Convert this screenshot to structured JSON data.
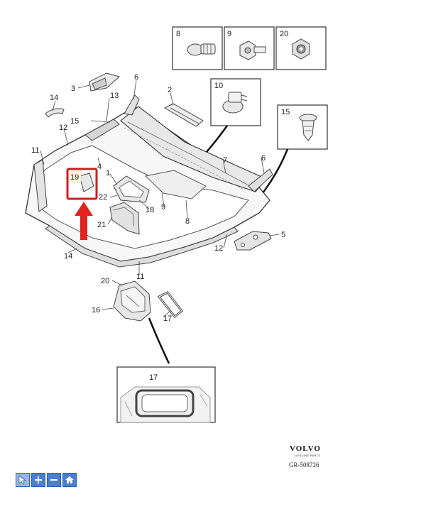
{
  "callouts": {
    "c8_top": "8",
    "c9_top": "9",
    "c20_top": "20",
    "c10_top": "10",
    "c15_top": "15",
    "c3": "3",
    "c6a": "6",
    "c14a": "14",
    "c13": "13",
    "c2": "2",
    "c15": "15",
    "c12a": "12",
    "c11a": "11",
    "c7": "7",
    "c6b": "6",
    "c4": "4",
    "c1": "1",
    "c19": "19",
    "c22": "22",
    "c18": "18",
    "c9": "9",
    "c8": "8",
    "c21": "21",
    "c5": "5",
    "c12b": "12",
    "c14b": "14",
    "c11b": "11",
    "c20": "20",
    "c16": "16",
    "c17": "17",
    "c17_inset": "17"
  },
  "branding": {
    "logo_text": "VOLVO",
    "logo_subtext": "GENUINE PARTS",
    "reference": "GR-508726"
  },
  "toolbar": {
    "icons": [
      "cursor-icon",
      "zoom-in-icon",
      "zoom-out-icon",
      "home-icon"
    ]
  },
  "colors": {
    "highlight": "#cc1f1f",
    "toolbar": "#4a7fd0",
    "line": "#333333"
  }
}
